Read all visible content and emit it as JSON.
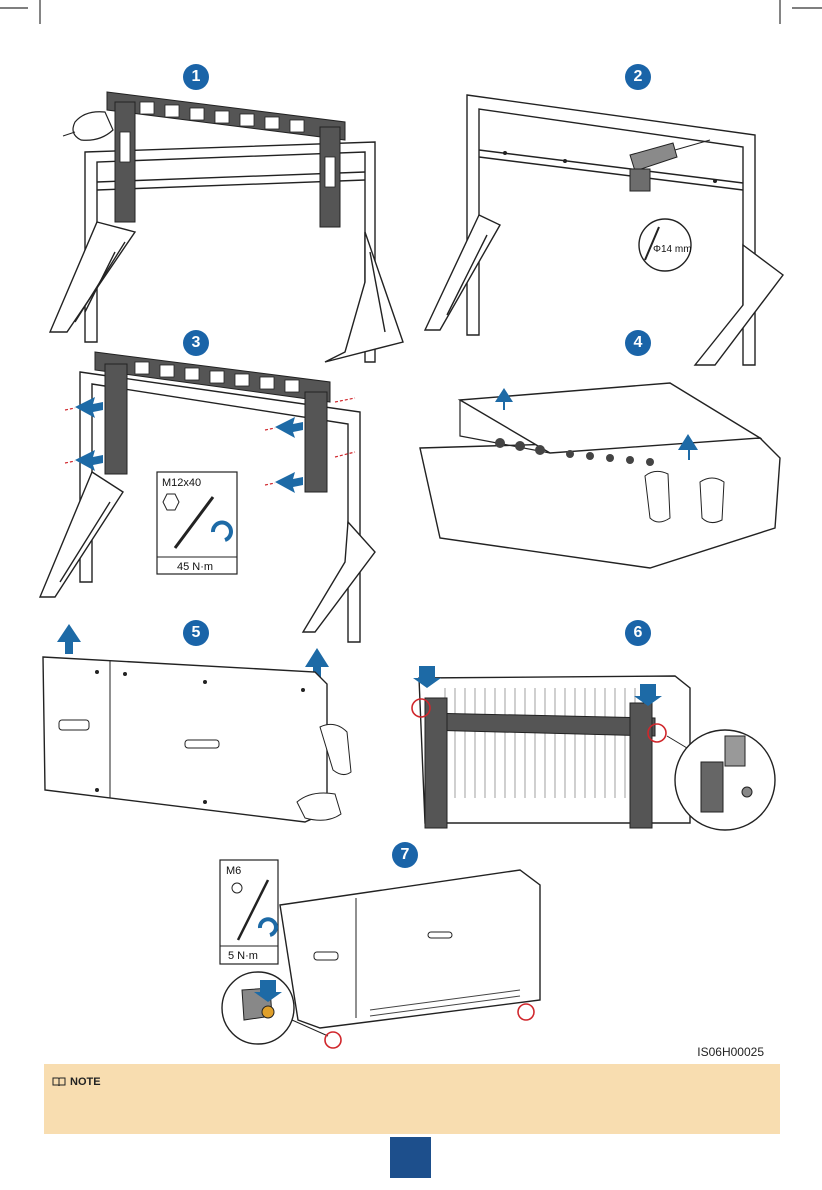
{
  "steps": [
    {
      "number": "1"
    },
    {
      "number": "2",
      "drill_callout": "Φ14 mm"
    },
    {
      "number": "3",
      "bolt_spec": "M12x40",
      "torque": "45 N·m"
    },
    {
      "number": "4"
    },
    {
      "number": "5"
    },
    {
      "number": "6"
    },
    {
      "number": "7",
      "screw_spec": "M6",
      "torque": "5 N·m"
    }
  ],
  "figure_code": "IS06H00025",
  "note": {
    "heading": "NOTE",
    "body": ""
  },
  "page_number": "",
  "colors": {
    "step_badge": "#1a64a8",
    "arrow": "#1d6aa6",
    "note_bg": "#f8ddb0",
    "page_tab": "#1d4f8c",
    "callout_red": "#d0262b"
  }
}
